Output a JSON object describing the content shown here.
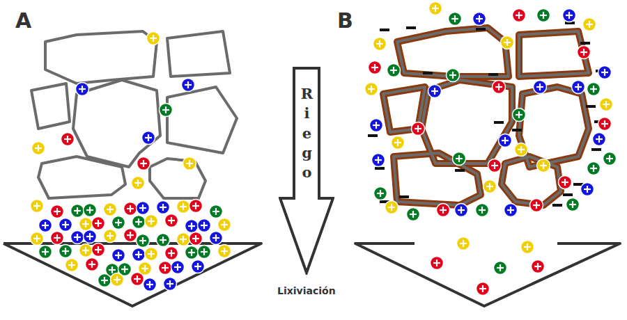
{
  "diagram": {
    "nodes": [
      {
        "text": [
          "Riego"
        ]
      }
    ],
    "labels": [
      "A",
      "B",
      "Lixiviación"
    ]
  }
}
